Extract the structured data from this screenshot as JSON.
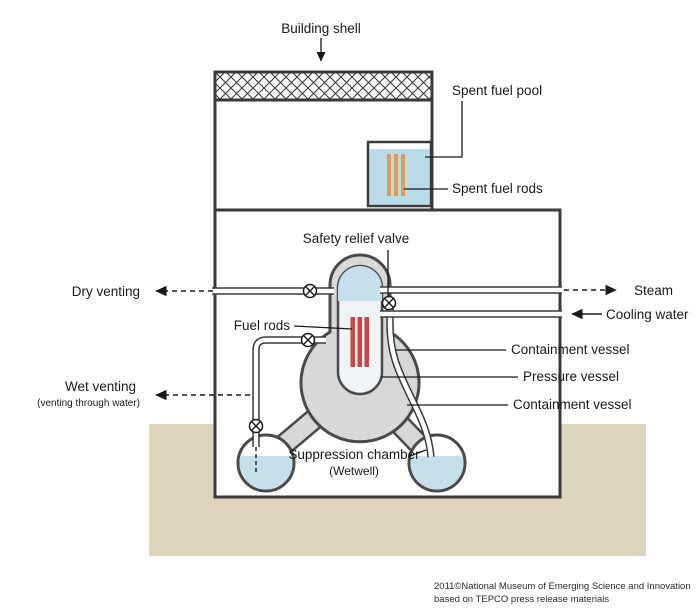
{
  "diagram": {
    "labels": {
      "building_shell": "Building shell",
      "spent_fuel_pool": "Spent fuel pool",
      "spent_fuel_rods": "Spent fuel rods",
      "safety_relief_valve": "Safety relief valve",
      "dry_venting": "Dry venting",
      "fuel_rods": "Fuel rods",
      "steam": "Steam",
      "cooling_water": "Cooling water",
      "containment_vessel_upper": "Containment vessel",
      "pressure_vessel": "Pressure vessel",
      "containment_vessel_lower": "Containment vessel",
      "wet_venting": "Wet venting",
      "wet_venting_sub": "(venting through water)",
      "suppression_chamber": "Suppression chamber",
      "suppression_chamber_sub": "(Wetwell)"
    },
    "colors": {
      "ground": "#ddd5bb",
      "vessel_gray": "#d8d8d8",
      "pool_water": "#b9dcea",
      "chamber_water": "#c5e0eb",
      "vessel_water": "#c5e0eb",
      "spent_rod": "#e49a55",
      "fuel_rod": "#cc4444",
      "outline": "#3a3a3a"
    },
    "credit_line1": "2011©National Museum of Emerging Science and Innovation",
    "credit_line2": "based on TEPCO press release materials"
  }
}
